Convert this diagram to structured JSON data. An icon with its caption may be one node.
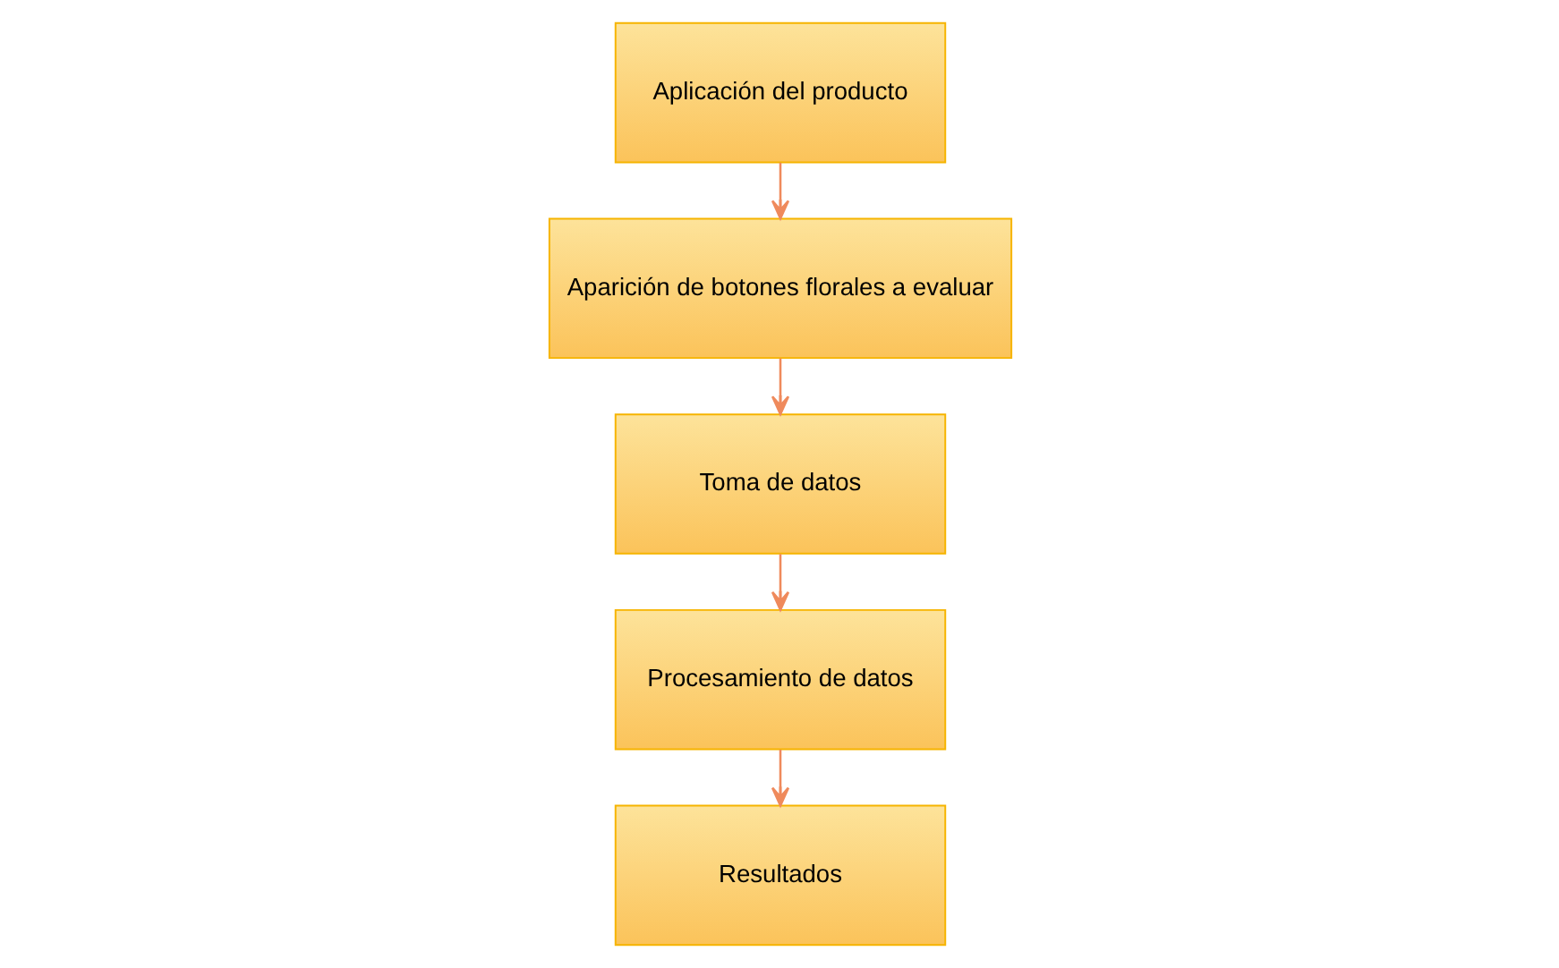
{
  "diagram": {
    "nodes": [
      {
        "text": [
          "Aplicación del producto"
        ]
      },
      {
        "text": [
          "Aparición de botones florales a evaluar"
        ]
      },
      {
        "text": [
          "Toma de datos"
        ]
      },
      {
        "text": [
          "Procesamiento de datos"
        ]
      },
      {
        "text": [
          "Resultados"
        ]
      }
    ],
    "edges": [
      {
        "from": 0,
        "to": 1,
        "arrow": "to"
      },
      {
        "from": 1,
        "to": 2,
        "arrow": "to"
      },
      {
        "from": 2,
        "to": 3,
        "arrow": "to"
      },
      {
        "from": 3,
        "to": 4,
        "arrow": "to"
      }
    ]
  }
}
